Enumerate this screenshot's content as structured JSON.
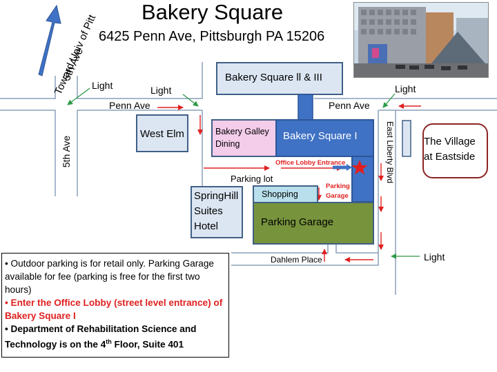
{
  "title": "Bakery Square",
  "address": "6425 Penn Ave, Pittsburgh PA 15206",
  "direction_label": "Toward Univ of Pitt",
  "streets": {
    "penn_ave": "Penn Ave",
    "fifth_ave": "5th Ave",
    "east_liberty_blvd": "East Liberty Blvd",
    "dahlem_place": "Dahlem Place",
    "parking_lot": "Parking lot"
  },
  "lights": {
    "label": "Light"
  },
  "buildings": {
    "bakery_square_2_3": "Bakery Square ll & III",
    "west_elm": "West Elm",
    "bakery_galley_line1": "Bakery Galley",
    "bakery_galley_line2": "Dining",
    "bakery_square_1": "Bakery Square I",
    "village_line1": "The Village",
    "village_line2": "at Eastside",
    "springhill_line1": "SpringHill",
    "springhill_line2": "Suites",
    "springhill_line3": "Hotel",
    "shopping": "Shopping",
    "parking_garage": "Parking Garage"
  },
  "annotations": {
    "office_lobby_entrance": "Office Lobby Entrance",
    "parking_garage_line1": "Parking",
    "parking_garage_line2": "Garage"
  },
  "notes": {
    "item1": "• Outdoor parking is for retail only. Parking Garage available for fee (parking is free for the first two hours)",
    "item2": "• Enter the Office Lobby (street level entrance) of Bakery Square I",
    "item3_pre": "• Department of Rehabilitation Science and Technology is on the 4",
    "item3_sup": "th",
    "item3_post": " Floor, Suite 401"
  },
  "colors": {
    "building_blue_light": "#dce6f2",
    "building_blue": "#3f72c4",
    "galley_pink": "#f4cdeb",
    "shopping_blue": "#b9dfec",
    "garage_green": "#77933c",
    "arrow_red": "#e02020",
    "arrow_green": "#2e9a48",
    "village_border": "#8b2323"
  }
}
